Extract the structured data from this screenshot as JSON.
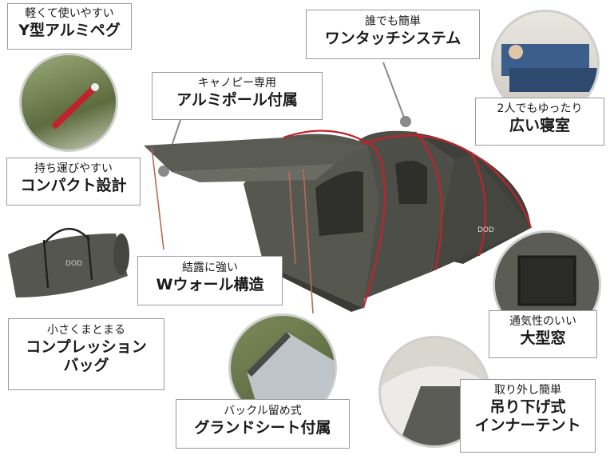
{
  "features": {
    "peg": {
      "small": "軽くて使いやすい",
      "large": "Y型アルミペグ"
    },
    "one_touch": {
      "small": "誰でも簡単",
      "large": "ワンタッチシステム"
    },
    "canopy_pole": {
      "small": "キャノピー専用",
      "large": "アルミポール付属"
    },
    "bedroom": {
      "small": "2人でもゆったり",
      "large": "広い寝室"
    },
    "compact": {
      "small": "持ち運びやすい",
      "large": "コンパクト設計"
    },
    "wall": {
      "small": "結露に強い",
      "large": "Wウォール構造"
    },
    "bag": {
      "small": "小さくまとまる",
      "large1": "コンプレッション",
      "large2": "バッグ"
    },
    "window": {
      "small": "通気性のいい",
      "large": "大型窓"
    },
    "ground_sheet": {
      "small": "バックル留め式",
      "large": "グランドシート付属"
    },
    "inner_tent": {
      "small": "取り外し簡単",
      "large1": "吊り下げ式",
      "large2": "インナーテント"
    }
  },
  "brand": {
    "logo_text": "DOD"
  },
  "colors": {
    "tent": "#4a4b46",
    "pole": "#c0232b",
    "border": "#9a9a9a"
  }
}
